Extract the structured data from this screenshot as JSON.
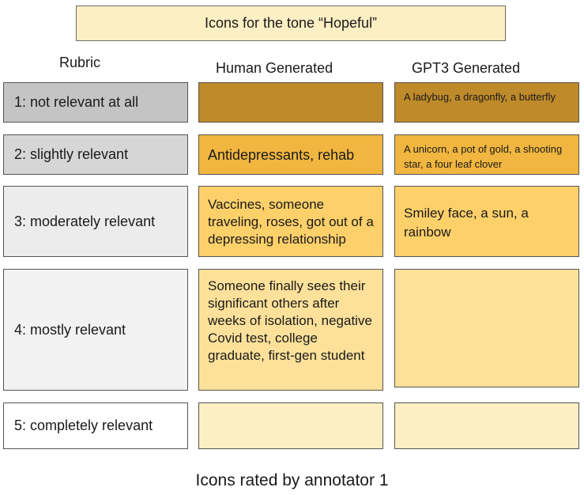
{
  "title": "Icons for the tone “Hopeful”",
  "headers": {
    "rubric": "Rubric",
    "human": "Human Generated",
    "gpt3": "GPT3 Generated"
  },
  "rows": [
    {
      "rubric": "1: not relevant at all",
      "human": "",
      "gpt3": "A ladybug, a dragonfly, a butterfly"
    },
    {
      "rubric": "2: slightly relevant",
      "human": "Antidepressants, rehab",
      "gpt3": "A unicorn, a pot of gold, a shooting star, a four leaf clover"
    },
    {
      "rubric": "3: moderately relevant",
      "human": "Vaccines, someone traveling, roses, got out of a depressing relationship",
      "gpt3": "Smiley face, a sun, a rainbow"
    },
    {
      "rubric": "4: mostly relevant",
      "human": "Someone finally sees their significant others after weeks of isolation, negative Covid test, college graduate, first-gen student",
      "gpt3": ""
    },
    {
      "rubric": "5: completely relevant",
      "human": "",
      "gpt3": ""
    }
  ],
  "caption": "Icons rated by annotator 1",
  "colors": {
    "rubric": [
      "#c4c4c4",
      "#d6d6d6",
      "#ececec",
      "#f2f2f2",
      "#ffffff"
    ],
    "content": [
      "#bf8a2a",
      "#f1b63f",
      "#fdd06a",
      "#fde19a",
      "#fdefc4"
    ],
    "title_bg": "#fdefc4"
  }
}
